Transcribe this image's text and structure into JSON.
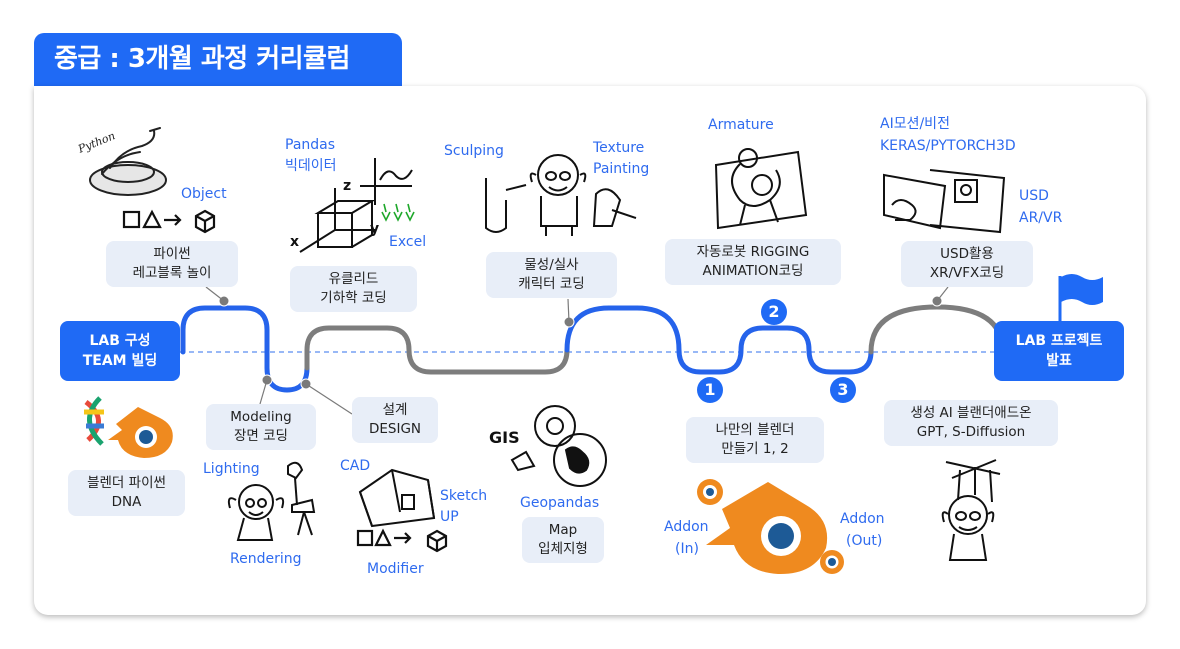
{
  "title": "중급 : 3개월 과정 커리큘럼",
  "start_button": {
    "line1": "LAB 구성",
    "line2": "TEAM 빌딩"
  },
  "end_button": {
    "line1": "LAB 프로젝트",
    "line2": "발표"
  },
  "top_boxes": [
    {
      "line1": "파이썬",
      "line2": "레고블록 놀이"
    },
    {
      "line1": "유클리드",
      "line2": "기하학 코딩"
    },
    {
      "line1": "물성/실사",
      "line2": "캐릭터 코딩"
    },
    {
      "line1": "자동로봇 RIGGING",
      "line2": "ANIMATION코딩"
    },
    {
      "line1": "USD활용",
      "line2": "XR/VFX코딩"
    }
  ],
  "bottom_boxes": [
    {
      "line1": "Modeling",
      "line2": "장면 코딩"
    },
    {
      "line1": "설계",
      "line2": "DESIGN"
    },
    {
      "line1": "나만의 블렌더",
      "line2": "만들기 1, 2"
    },
    {
      "line1": "생성 AI 블랜더애드온",
      "line2": "GPT, S-Diffusion"
    },
    {
      "line1": "블렌더 파이썬",
      "line2": "DNA"
    },
    {
      "line1": "Map",
      "line2": "입체지형"
    }
  ],
  "labels": {
    "python": "Python",
    "object": "Object",
    "pandas": "Pandas",
    "pandas_kr": "빅데이터",
    "excel": "Excel",
    "axis_z": "z",
    "axis_x": "x",
    "axis_y": "y",
    "sculping": "Sculping",
    "texture1": "Texture",
    "texture2": "Painting",
    "armature": "Armature",
    "ai_vision": "AI모션/비전",
    "keras": "KERAS/PYTORCH3D",
    "usd": "USD",
    "arvr": "AR/VR",
    "lighting": "Lighting",
    "rendering": "Rendering",
    "cad": "CAD",
    "sketch1": "Sketch",
    "sketch2": "UP",
    "modifier": "Modifier",
    "gis": "GIS",
    "geopandas": "Geopandas",
    "addon_in1": "Addon",
    "addon_in2": "(In)",
    "addon_out1": "Addon",
    "addon_out2": "(Out)"
  },
  "steps": [
    "1",
    "2",
    "3"
  ],
  "colors": {
    "accent": "#1f6af5",
    "path_blue": "#2563eb",
    "path_gray": "#7d7d7d",
    "box_bg": "#e8eef8",
    "blender_orange": "#ef8a1f",
    "blender_blue": "#1d5a96"
  }
}
